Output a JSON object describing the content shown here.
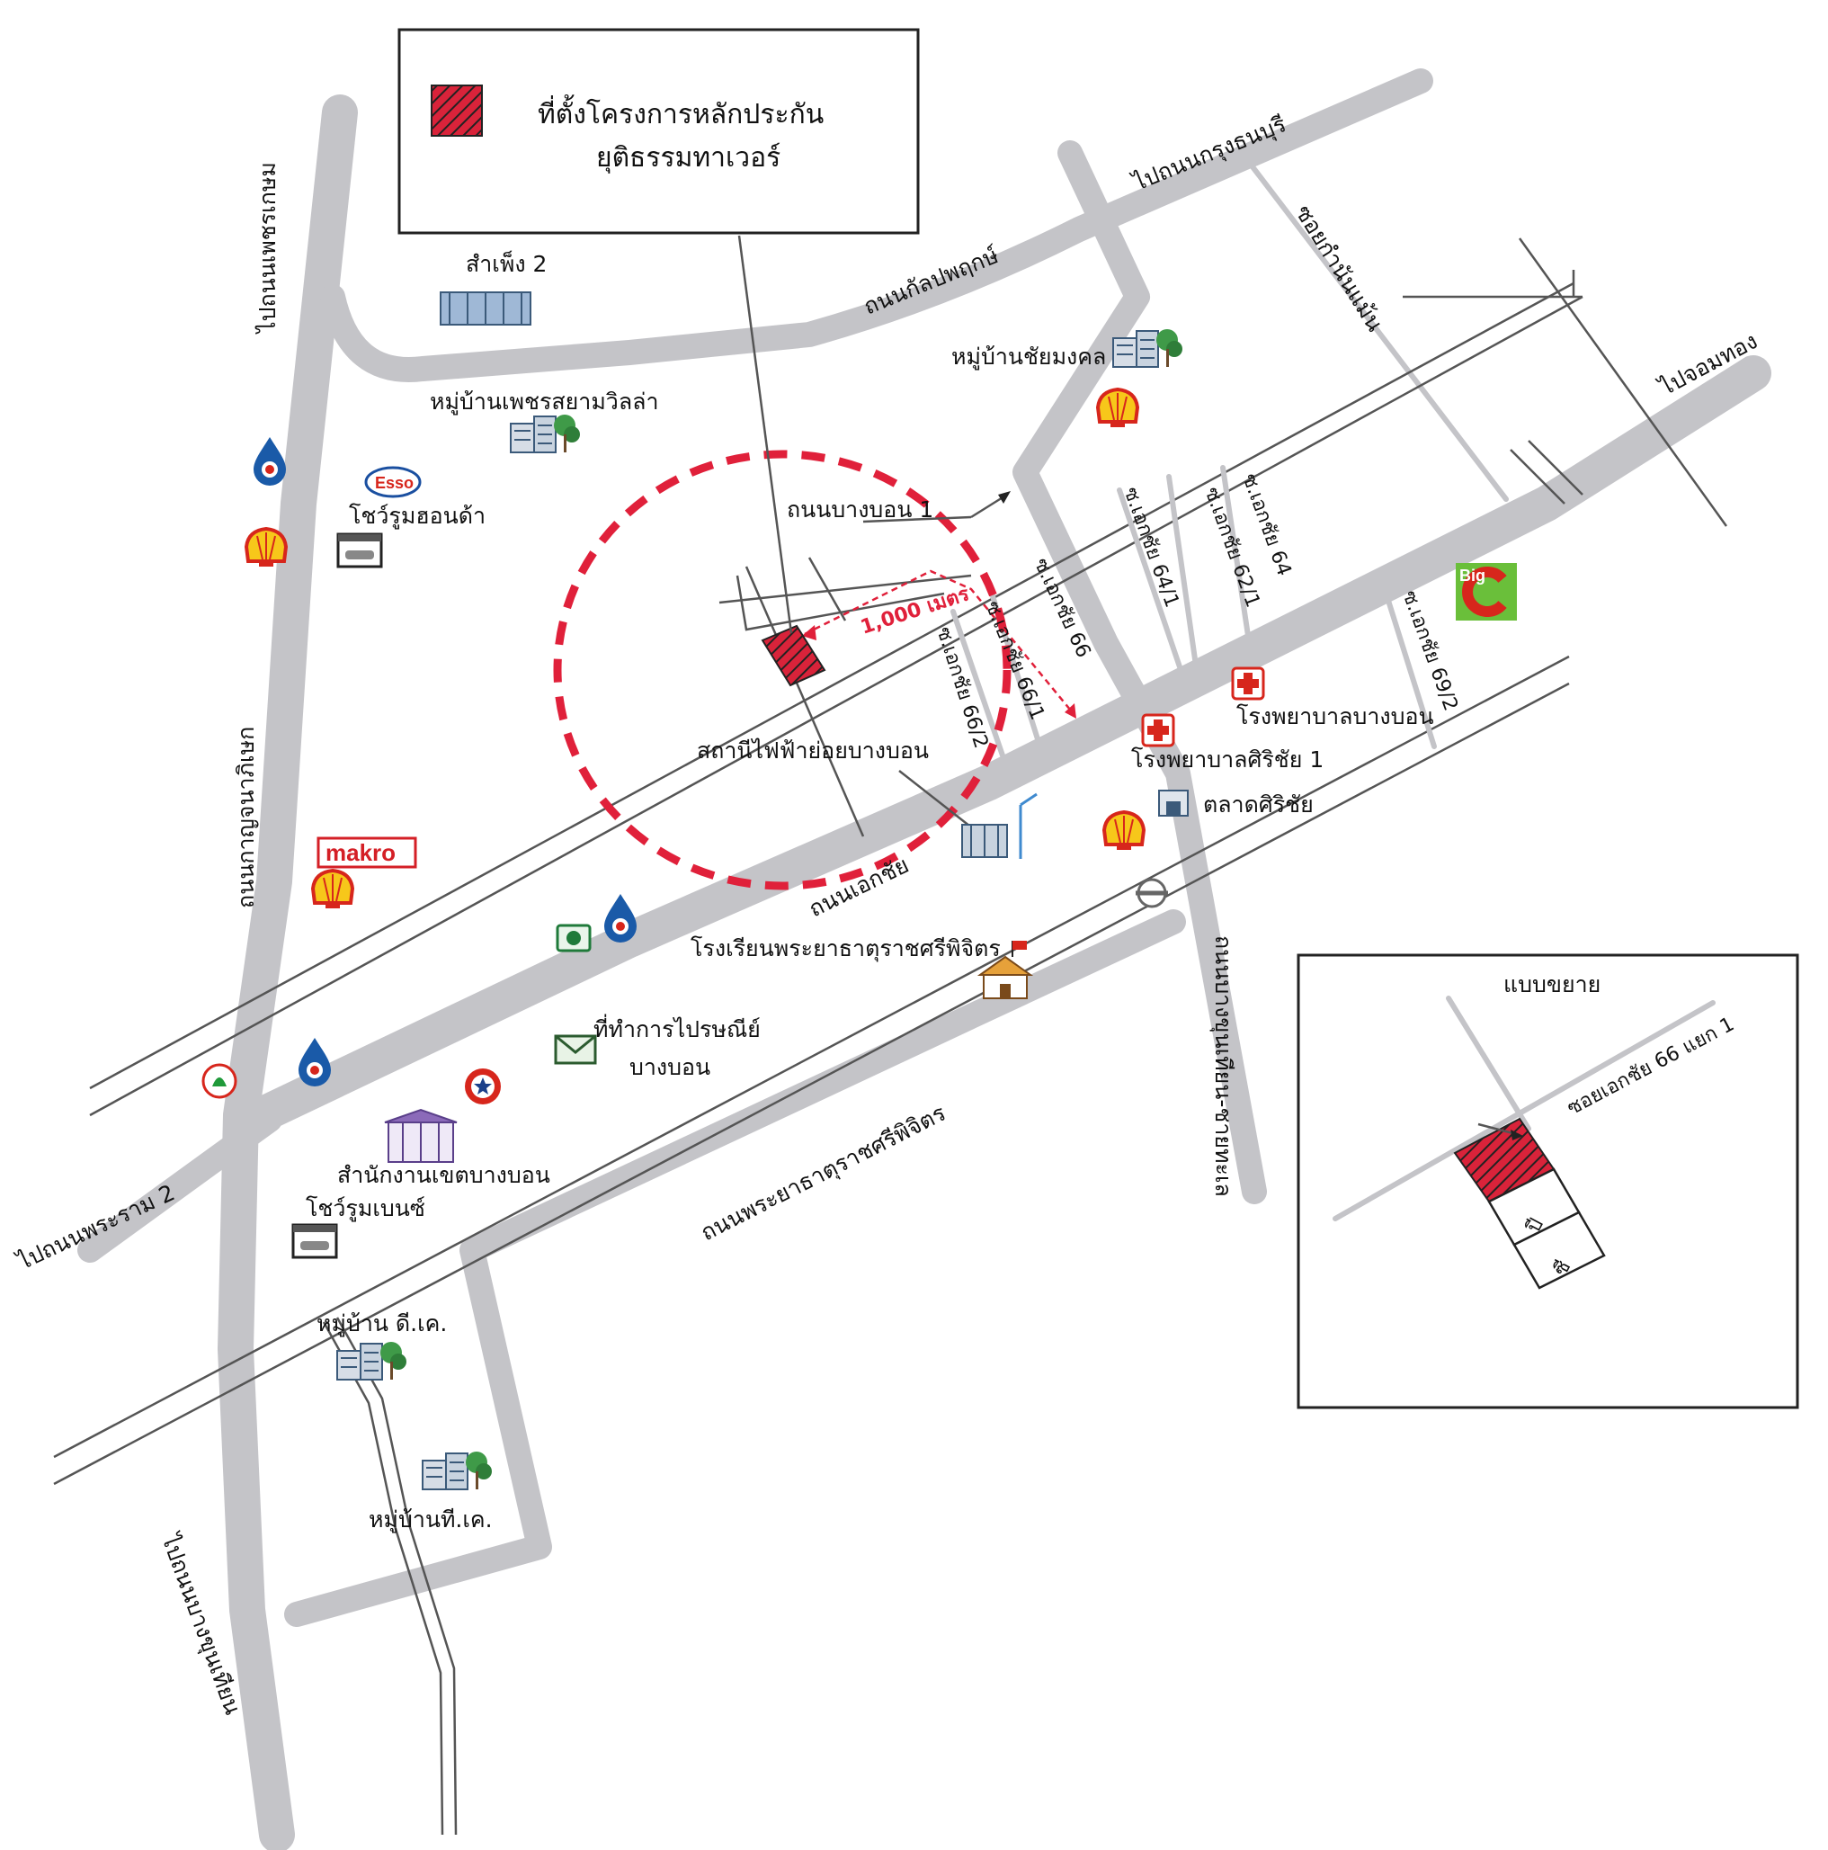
{
  "legend": {
    "project_line1": "ที่ตั้งโครงการหลักประกัน",
    "project_line2": "ยุติธรรมทาเวอร์",
    "swatch_color": "#d9233a"
  },
  "roads": {
    "petchkasem": "ไปถนนเพชรเกษม",
    "kanlapaphruek": "ถนนกัลปพฤกษ์",
    "to_krungthonburi": "ไปถนนกรุงธนบุรี",
    "soi_kamnan_maen": "ซอยกำนันแม้น",
    "to_chom_thong": "ไปจอมทอง",
    "bang_bon_1": "ถนนบางบอน 1",
    "kanchanaphisek": "ถนนกาญจนาภิเษก",
    "ekkachai": "ถนนเอกชัย",
    "bang_khun_thian": "ถนนบางขุนเทียน-ชายทะเล",
    "to_rama2": "ไปถนนพระราม 2",
    "phraya_thatu": "ถนนพระยาธาตุราชศรีพิจิตร",
    "to_bang_khun_thian": "ไปถนนบางขุนเทียน",
    "soi_64_1": "ซ.เอกชัย 64/1",
    "soi_62_1": "ซ.เอกชัย 62/1",
    "soi_64": "ซ.เอกชัย 64",
    "soi_66": "ซ.เอกชัย 66",
    "soi_66_1": "ซ.เอกชัย 66/1",
    "soi_66_2": "ซ.เอกชัย 66/2",
    "soi_69_2": "ซ.เอกชัย 69/2"
  },
  "places": {
    "lamphueng": "สำเพ็ง 2",
    "chaimongkol": "หมู่บ้านชัยมงคล",
    "petch_siam": "หมู่บ้านเพชรสยามวิลล่า",
    "honda": "โชว์รูมฮอนด้า",
    "substation": "สถานีไฟฟ้าย่อยบางบอน",
    "hospital_bangbon": "โรงพยาบาลบางบอน",
    "hospital_sirichai": "โรงพยาบาลศิริชัย 1",
    "market": "ตลาดศิริชัย",
    "school": "โรงเรียนพระยาธาตุราชศรีพิจิตร",
    "post_line1": "ที่ทำการไปรษณีย์",
    "post_line2": "บางบอน",
    "district_office": "สำนักงานเขตบางบอน",
    "benz": "โชว์รูมเบนซ์",
    "dk_village": "หมู่บ้าน ดี.เค.",
    "tk_village": "หมู่บ้านที.เค."
  },
  "brands": {
    "esso": "Esso",
    "makro": "makro",
    "bigc": "Big"
  },
  "distance_label": "1,000 เมตร",
  "inset": {
    "title": "แบบขยาย",
    "road": "ซอยเอกชัย 66 แยก 1",
    "plot_a": "ปี",
    "plot_b": "ซี"
  },
  "colors": {
    "road": "#c4c4c8",
    "radius_circle": "#e0203a",
    "shell_yellow": "#f7c71a",
    "shell_red": "#d7261c",
    "ptt_blue": "#1a5aa8",
    "makro_red": "#d41f26",
    "bigc_green": "#6abf3a"
  }
}
